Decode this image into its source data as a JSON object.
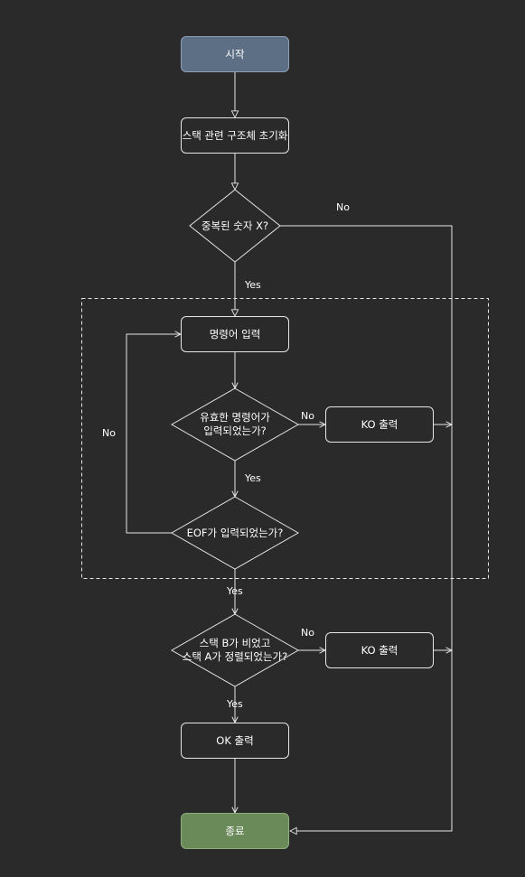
{
  "nodes": {
    "start": "시작",
    "init": "스택 관련 구조체 초기화",
    "dup_check": "중복된 숫자 X?",
    "input_cmd": "명령어 입력",
    "valid_check": "유효한 명령어가\n입력되었는가?",
    "ko1": "KO 출력",
    "eof_check": "EOF가 입력되었는가?",
    "sorted_check": "스택 B가 비었고\n스택 A가 정렬되었는가?",
    "ko2": "KO 출력",
    "ok": "OK 출력",
    "end": "종료"
  },
  "labels": {
    "dup_no": "No",
    "dup_yes": "Yes",
    "valid_no": "No",
    "valid_yes": "Yes",
    "eof_no": "No",
    "eof_yes": "Yes",
    "sorted_no": "No",
    "sorted_yes": "Yes"
  },
  "colors": {
    "background": "#2a2a2a",
    "line": "#e6e6e6",
    "start_fill": "#5d6f85",
    "end_fill": "#6a8a5a"
  }
}
